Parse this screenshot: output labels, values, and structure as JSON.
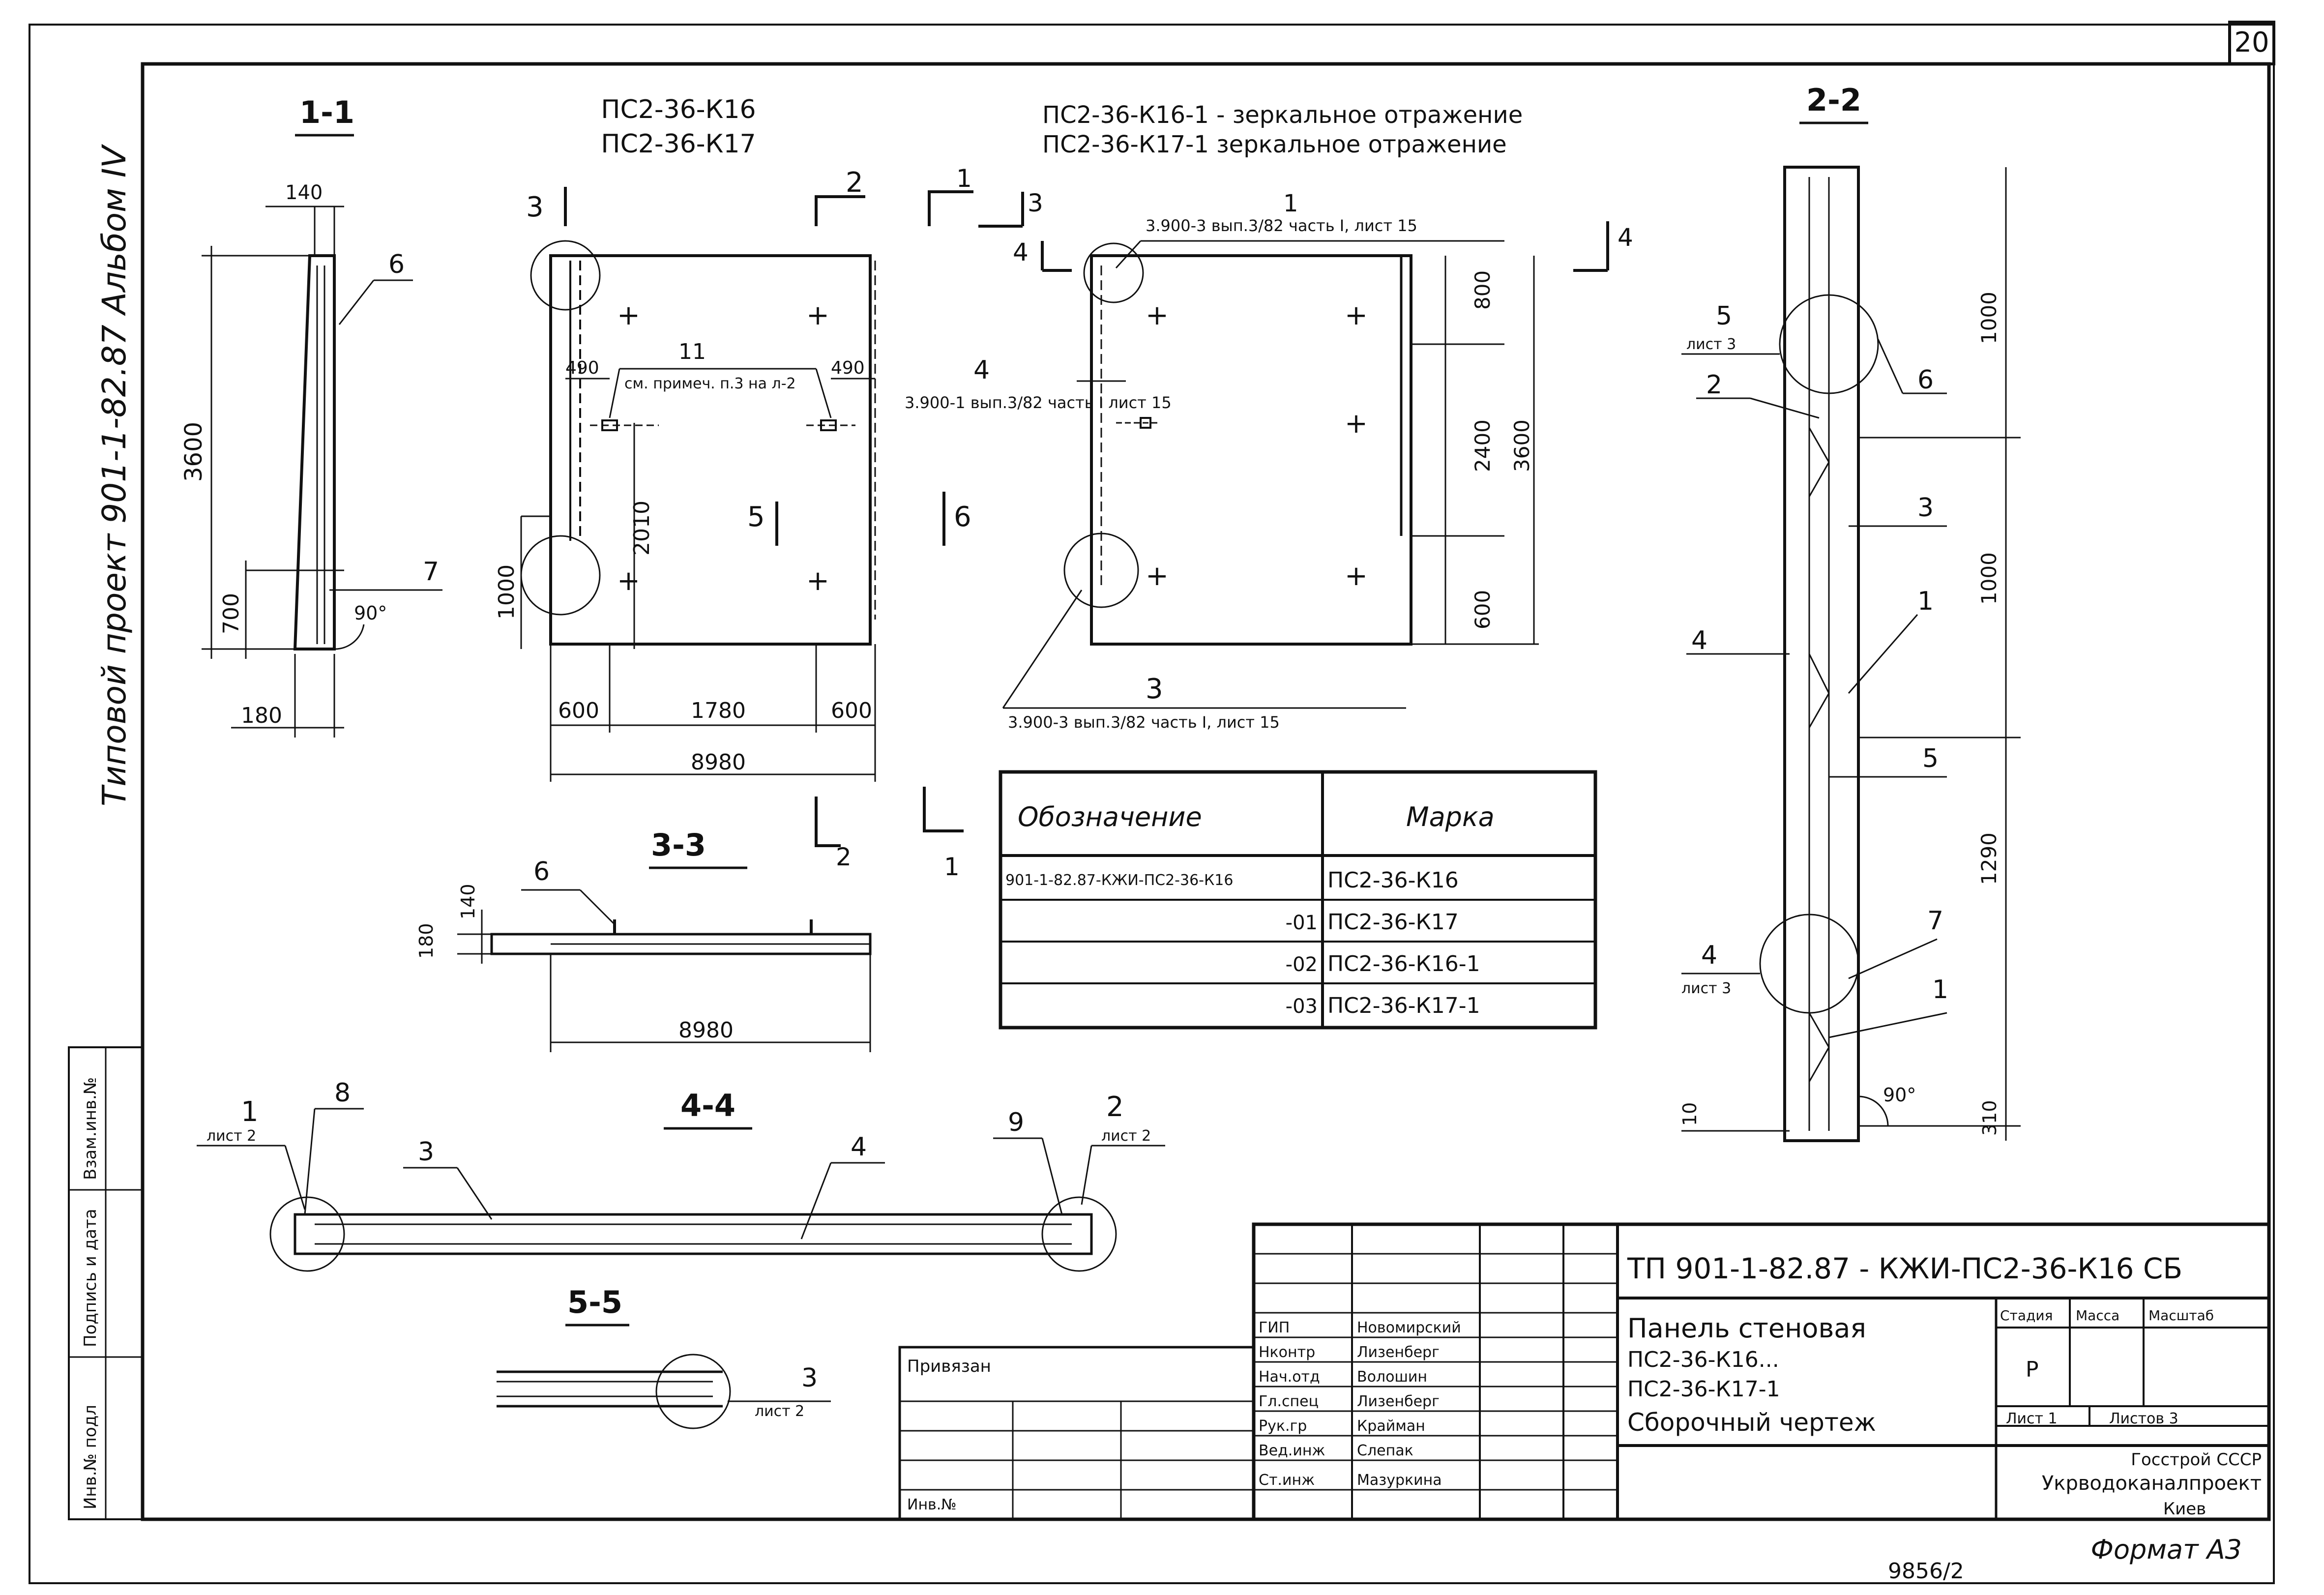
{
  "sheet": {
    "page_no": "20",
    "side_title": "Типовой проект 901-1-82.87 Альбом IV",
    "format": "Формат А3",
    "inv_code": "9856/2"
  },
  "side_stamp": {
    "c1": "Инв.№ подл",
    "c2": "Подпись и дата",
    "c3": "Взам.инв.№"
  },
  "titles": {
    "s11": "1-1",
    "s22": "2-2",
    "s33": "3-3",
    "s44": "4-4",
    "s55": "5-5",
    "mark1": "ПС2-36-К16",
    "mark2": "ПС2-36-К17",
    "mirror1": "ПС2-36-К16-1 - зеркальное отражение",
    "mirror2": "ПС2-36-К17-1 зеркальное отражение"
  },
  "cut_marks": {
    "c1": "1",
    "c2": "2",
    "c3": "3",
    "c4": "4",
    "c5": "5",
    "c6": "6"
  },
  "view11": {
    "d140": "140",
    "d3600": "3600",
    "d700": "700",
    "d180": "180",
    "angle": "90°",
    "p6": "6",
    "p7": "7"
  },
  "view_main": {
    "d490a": "490",
    "d490b": "490",
    "d2010": "2010",
    "d1000": "1000",
    "d600a": "600",
    "d1780": "1780",
    "d600b": "600",
    "d8980": "8980",
    "p11": "11",
    "note": "см. примеч. п.3 на л-2"
  },
  "view_mirror": {
    "ref1": "3.900-3 вып.3/82 часть I, лист 15",
    "ref4": "3.900-1 вып.3/82 часть I лист 15",
    "ref3": "3.900-3 вып.3/82 часть I, лист 15",
    "p1": "1",
    "p4": "4",
    "p3": "3",
    "d800": "800",
    "d2400": "2400",
    "d600": "600",
    "d3600": "3600"
  },
  "view33": {
    "p6": "6",
    "d140": "140",
    "d180": "180",
    "d8980": "8980"
  },
  "view44": {
    "n1": "1",
    "sh1": "лист 2",
    "n8": "8",
    "n3": "3",
    "n4": "4",
    "n9": "9",
    "n2": "2",
    "sh2": "лист 2"
  },
  "view55": {
    "n3": "3",
    "sh": "лист 2"
  },
  "view22": {
    "d1000a": "1000",
    "d1000b": "1000",
    "d1290": "1290",
    "d310": "310",
    "d10": "10",
    "angle": "90°",
    "n5": "5",
    "sh5": "лист 3",
    "n4": "4",
    "sh4": "лист 3",
    "p6": "6",
    "p2": "2",
    "p3": "3",
    "p1a": "1",
    "p4": "4",
    "p5": "5",
    "p7": "7",
    "p1b": "1"
  },
  "spec": {
    "headers": [
      "Обозначение",
      "Марка"
    ],
    "rows": [
      [
        "901-1-82.87-КЖИ-ПС2-36-К16",
        "ПС2-36-К16"
      ],
      [
        "-01",
        "ПС2-36-К17"
      ],
      [
        "-02",
        "ПС2-36-К16-1"
      ],
      [
        "-03",
        "ПС2-36-К17-1"
      ]
    ]
  },
  "title_block": {
    "code": "ТП 901-1-82.87 - КЖИ-ПС2-36-К16 СБ",
    "name1": "Панель стеновая",
    "name2": "ПС2-36-К16...",
    "name3": "ПС2-36-К17-1",
    "name4": "Сборочный чертеж",
    "stage_h": "Стадия",
    "mass_h": "Масса",
    "scale_h": "Масштаб",
    "stage": "Р",
    "sheet_l": "Лист 1",
    "sheets_l": "Листов 3",
    "org1": "Госстрой СССР",
    "org2": "Укрводоканалпроект",
    "org3": "Киев",
    "linked": "Привязан",
    "inv_no": "Инв.№",
    "roles": [
      {
        "role": "ГИП",
        "name": "Новомирский"
      },
      {
        "role": "Нконтр",
        "name": "Лизенберг"
      },
      {
        "role": "Нач.отд",
        "name": "Волошин"
      },
      {
        "role": "Гл.спец",
        "name": "Лизенберг"
      },
      {
        "role": "Рук.гр",
        "name": "Крайман"
      },
      {
        "role": "Вед.инж",
        "name": "Слепак"
      },
      {
        "role": "Ст.инж",
        "name": "Мазуркина"
      }
    ]
  }
}
